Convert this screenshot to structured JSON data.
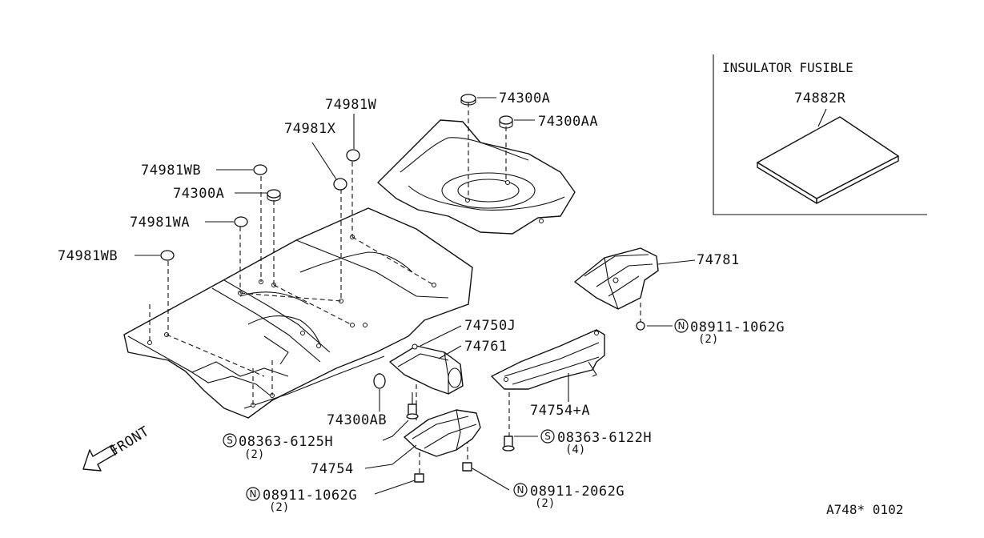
{
  "inset": {
    "title": "INSULATOR FUSIBLE",
    "part": "74882R"
  },
  "labels": {
    "p74300A_top": "74300A",
    "p74300AA": "74300AA",
    "p74981W": "74981W",
    "p74981X": "74981X",
    "p74981WB_1": "74981WB",
    "p74300A_left": "74300A",
    "p74981WA": "74981WA",
    "p74981WB_2": "74981WB",
    "p74781": "74781",
    "p74750J": "74750J",
    "p74761": "74761",
    "p74754A": "74754+A",
    "p74300AB": "74300AB",
    "p74754": "74754"
  },
  "fasteners": {
    "nut_right": {
      "prefix": "N",
      "code": "08911-1062G",
      "qty": "(2)"
    },
    "screw_left": {
      "prefix": "S",
      "code": "08363-6125H",
      "qty": "(2)"
    },
    "screw_right": {
      "prefix": "S",
      "code": "08363-6122H",
      "qty": "(4)"
    },
    "nut_bottom_left": {
      "prefix": "N",
      "code": "08911-1062G",
      "qty": "(2)"
    },
    "nut_bottom_right": {
      "prefix": "N",
      "code": "08911-2062G",
      "qty": "(2)"
    }
  },
  "direction_label": "FRONT",
  "reference_code": "A748* 0102"
}
